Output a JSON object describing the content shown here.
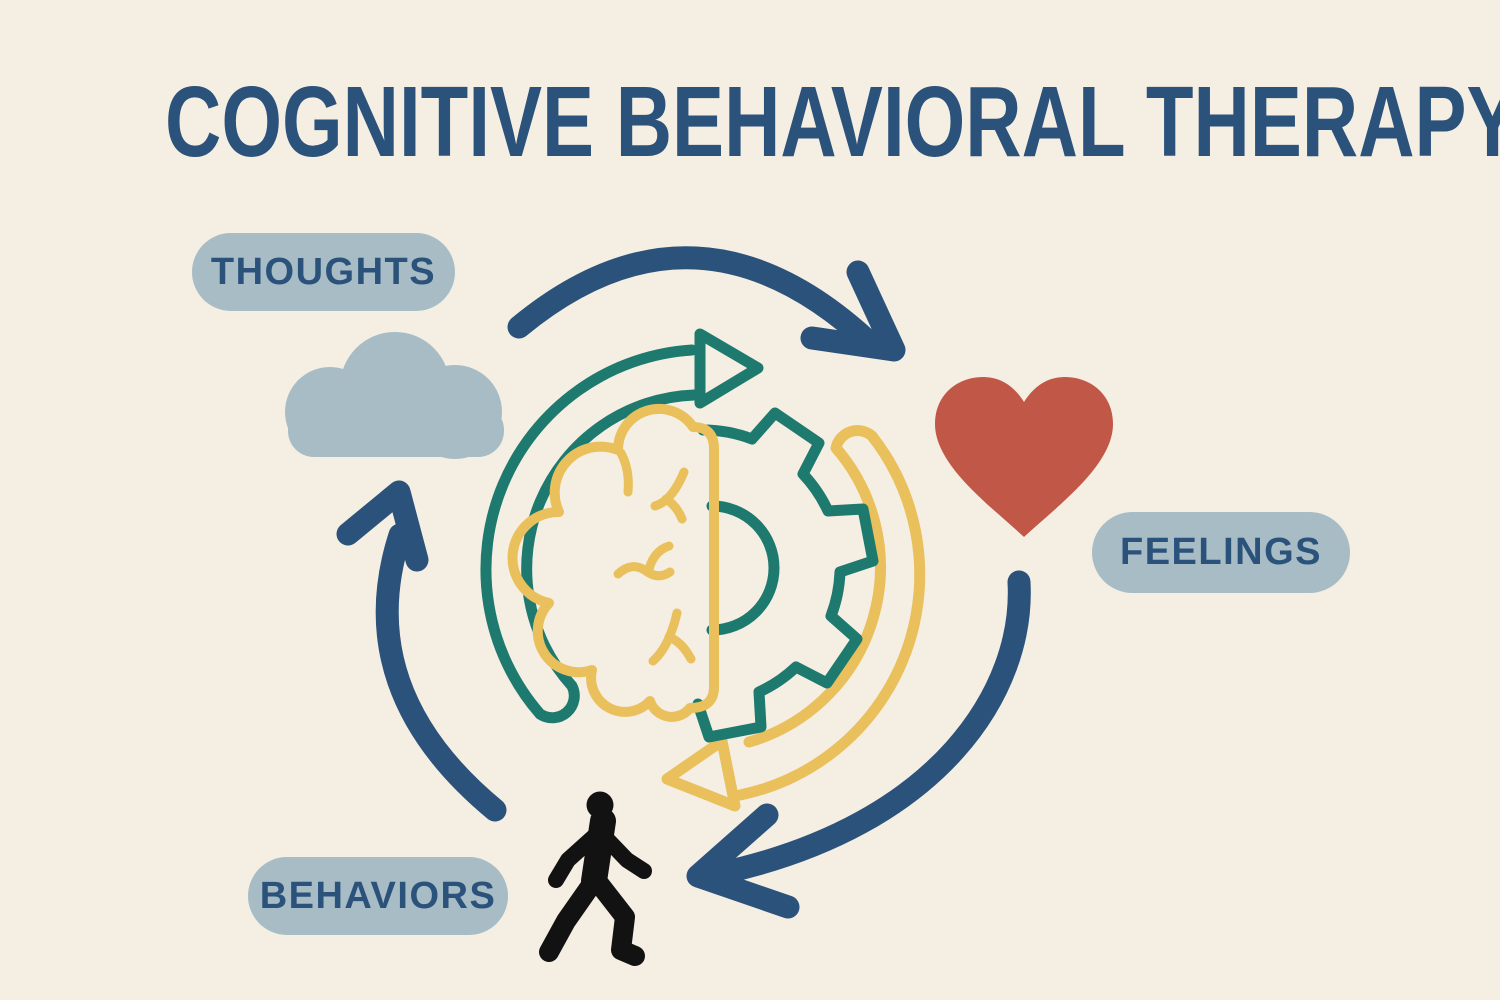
{
  "title": "COGNITIVE BEHAVIORAL THERAPY",
  "nodes": {
    "thoughts": {
      "label": "THOUGHTS",
      "icon": "cloud-icon"
    },
    "feelings": {
      "label": "FEELINGS",
      "icon": "heart-icon"
    },
    "behaviors": {
      "label": "BEHAVIORS",
      "icon": "walking-person-icon"
    }
  },
  "center": {
    "icon": "brain-gear-icon"
  },
  "colors": {
    "background": "#f5eee2",
    "navy": "#2b527b",
    "teal": "#1e796f",
    "yellow": "#e9c05b",
    "red": "#c15746",
    "pill_gray_blue": "#a7bcc5",
    "figure_black": "#121212"
  }
}
